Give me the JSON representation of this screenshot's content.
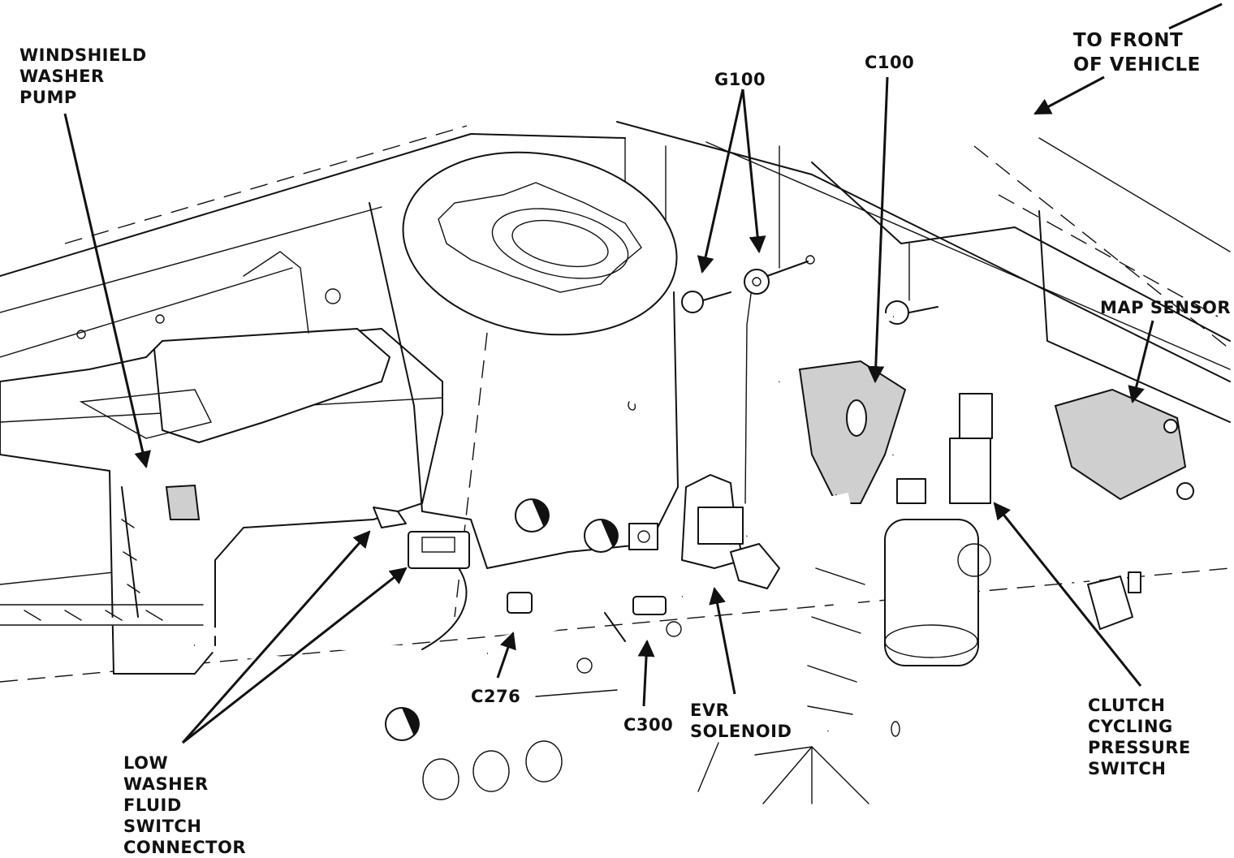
{
  "labels": {
    "windshield_washer_pump": [
      "WINDSHIELD",
      "WASHER",
      "PUMP"
    ],
    "to_front_of_vehicle": [
      "TO FRONT",
      "OF VEHICLE"
    ],
    "g100": "G100",
    "c100": "C100",
    "map_sensor": "MAP SENSOR",
    "c276": "C276",
    "c300": "C300",
    "evr_solenoid": [
      "EVR",
      "SOLENOID"
    ],
    "clutch_cycling_pressure_switch": [
      "CLUTCH",
      "CYCLING",
      "PRESSURE",
      "SWITCH"
    ],
    "low_washer_fluid_switch_connector": [
      "LOW",
      "WASHER",
      "FLUID",
      "SWITCH",
      "CONNECTOR"
    ]
  }
}
